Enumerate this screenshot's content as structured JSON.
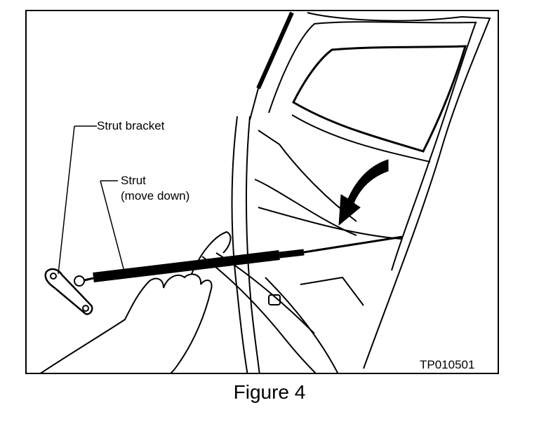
{
  "figure": {
    "caption": "Figure 4",
    "code": "TP010501"
  },
  "labels": {
    "strut_bracket": "Strut bracket",
    "strut_line1": "Strut",
    "strut_line2": "(move down)"
  },
  "colors": {
    "ink": "#000000",
    "paper": "#ffffff"
  }
}
